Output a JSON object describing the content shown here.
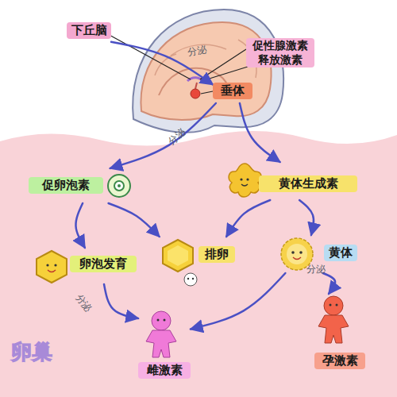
{
  "diagram": {
    "nodes": [
      {
        "text": [
          "下丘脑"
        ]
      },
      {
        "text": [
          "促性腺激素 释放激素"
        ]
      },
      {
        "text": [
          "垂体"
        ]
      },
      {
        "text": [
          "促卵泡素"
        ]
      },
      {
        "text": [
          "黄体生成素"
        ]
      },
      {
        "text": [
          "卵泡发育"
        ]
      },
      {
        "text": [
          "排卵"
        ]
      },
      {
        "text": [
          "黄体"
        ]
      },
      {
        "text": [
          "雌激素"
        ]
      },
      {
        "text": [
          "孕激素"
        ]
      }
    ],
    "edges": [
      {
        "from": 0,
        "to": 2,
        "label": "分泌",
        "arrow": "to"
      },
      {
        "from": 2,
        "to": 3,
        "label": "分泌",
        "arrow": "to"
      },
      {
        "from": 2,
        "to": 4,
        "arrow": "to"
      },
      {
        "from": 3,
        "to": 5,
        "arrow": "to"
      },
      {
        "from": 3,
        "to": 6,
        "arrow": "to"
      },
      {
        "from": 4,
        "to": 6,
        "arrow": "to"
      },
      {
        "from": 4,
        "to": 7,
        "arrow": "to"
      },
      {
        "from": 5,
        "to": 8,
        "label": "分泌",
        "arrow": "to"
      },
      {
        "from": 7,
        "to": 8,
        "arrow": "to"
      },
      {
        "from": 7,
        "to": 9,
        "label": "分泌",
        "arrow": "to"
      }
    ],
    "labels": [
      "卵巢"
    ]
  }
}
